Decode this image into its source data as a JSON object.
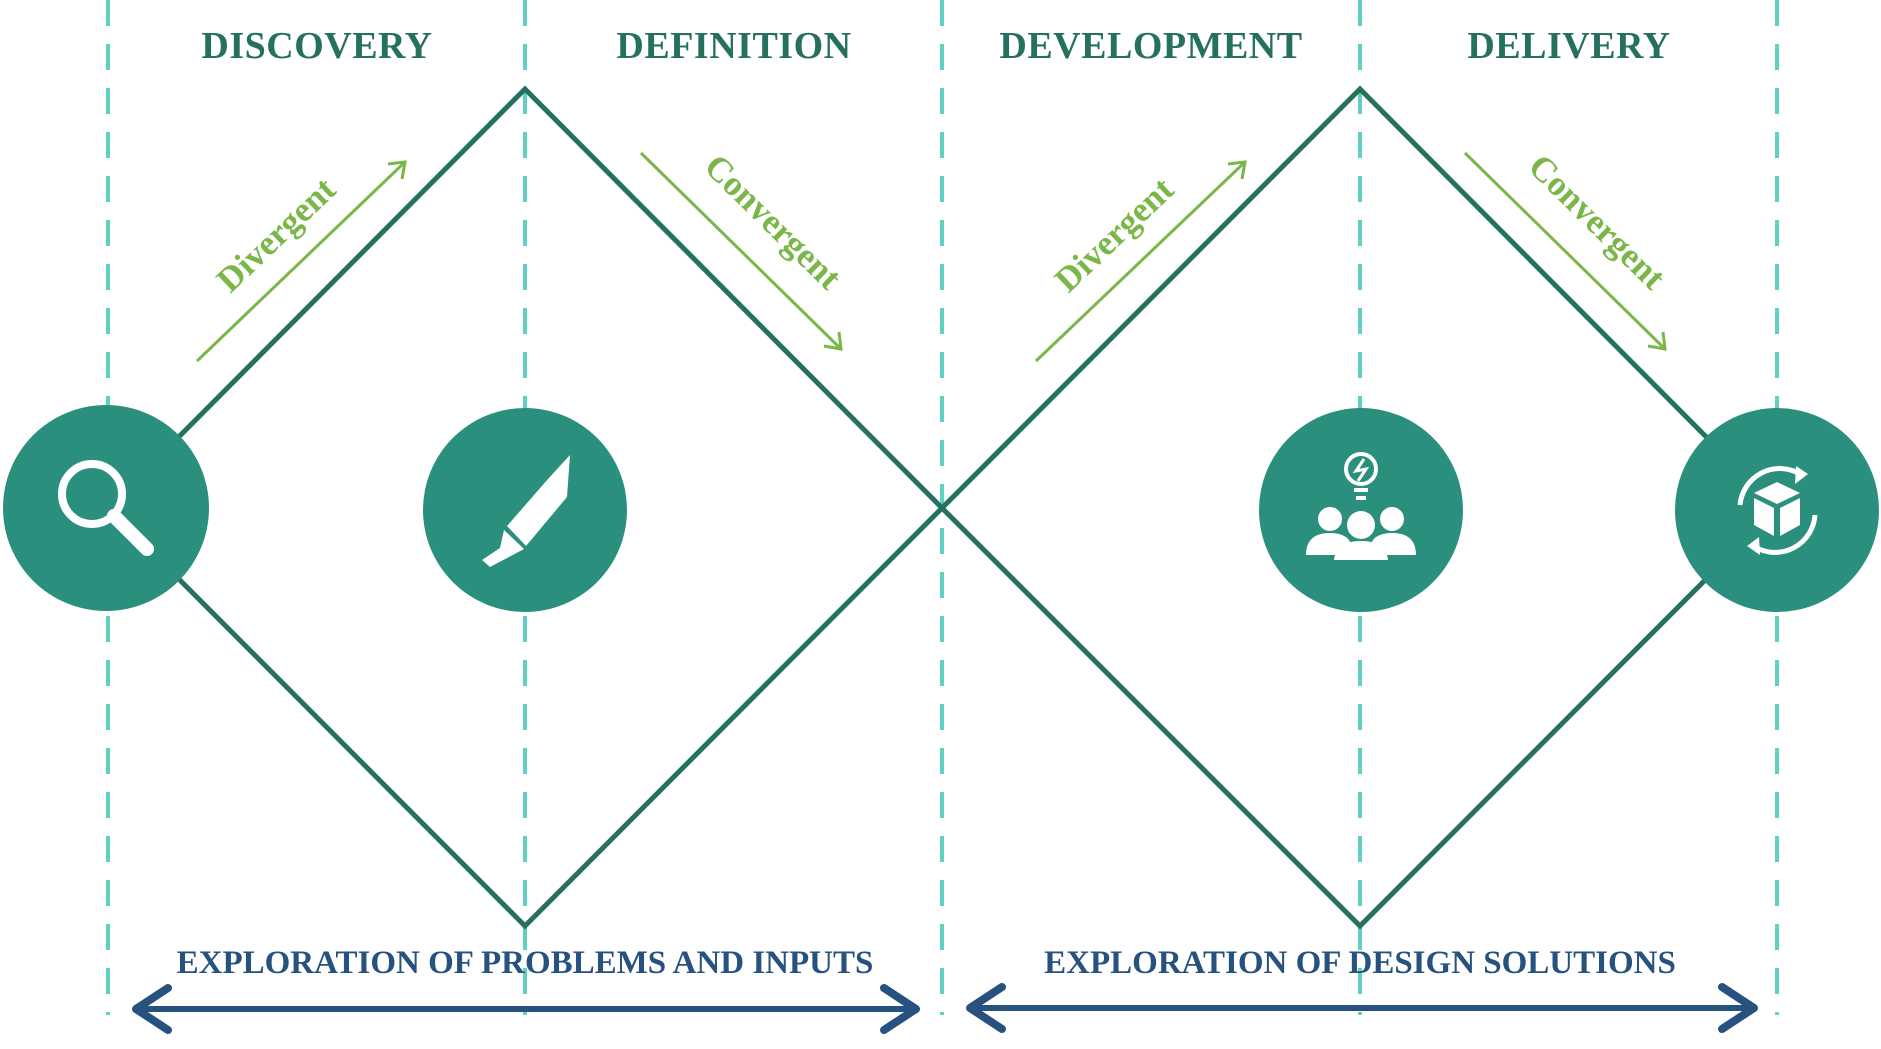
{
  "colors": {
    "teal": "#2b8f7e",
    "dark_teal": "#26705f",
    "aqua_dash": "#5fd0c2",
    "green_text": "#7ab648",
    "navy": "#27517f",
    "white": "#ffffff"
  },
  "phases": [
    {
      "label": "DISCOVERY"
    },
    {
      "label": "DEFINITION"
    },
    {
      "label": "DEVELOPMENT"
    },
    {
      "label": "DELIVERY"
    }
  ],
  "flows": [
    {
      "label": "Divergent"
    },
    {
      "label": "Convergent"
    },
    {
      "label": "Divergent"
    },
    {
      "label": "Convergent"
    }
  ],
  "bottom": {
    "left_label": "EXPLORATION OF PROBLEMS AND INPUTS",
    "right_label": "EXPLORATION OF DESIGN SOLUTIONS"
  },
  "icons": [
    {
      "name": "magnifier-icon"
    },
    {
      "name": "pen-nib-icon"
    },
    {
      "name": "team-idea-icon"
    },
    {
      "name": "package-cycle-icon"
    }
  ]
}
